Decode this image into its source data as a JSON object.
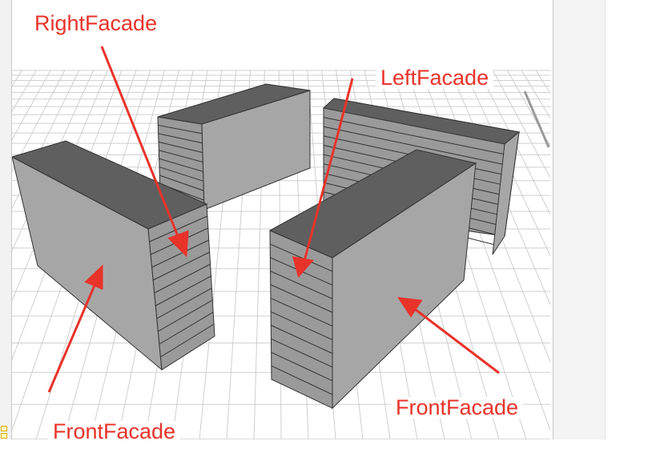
{
  "labels": {
    "right_facade": "RightFacade",
    "left_facade": "LeftFacade",
    "front_facade_left": "FrontFacade",
    "front_facade_right": "FrontFacade"
  },
  "colors": {
    "annotation": "#e8332a",
    "grid": "#cfcfcf",
    "roof": "#5f5f5f",
    "front_face": "#a6a6a6",
    "side_face": "#9a9a9a"
  }
}
